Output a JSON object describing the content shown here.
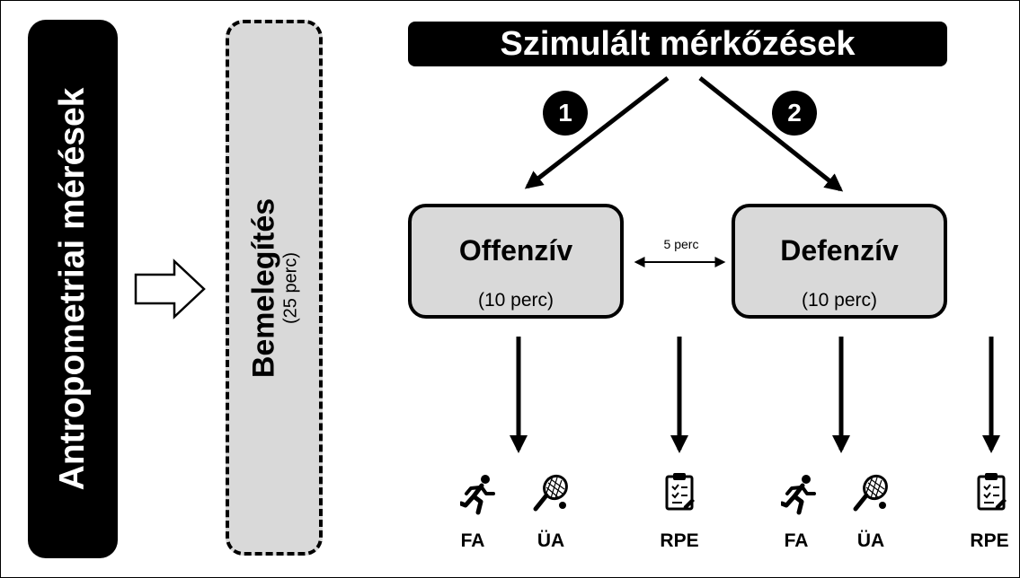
{
  "anthropometry": {
    "label": "Antropometriai mérések"
  },
  "warmup": {
    "title": "Bemelegítés",
    "duration": "(25 perc)"
  },
  "header": {
    "title": "Szimulált mérkőzések"
  },
  "badges": [
    "1",
    "2"
  ],
  "phases": [
    {
      "title": "Offenzív",
      "duration": "(10 perc)"
    },
    {
      "title": "Defenzív",
      "duration": "(10 perc)"
    }
  ],
  "rest": {
    "label": "5 perc"
  },
  "outcomes": [
    {
      "label": "FA",
      "icon": "running-person-icon"
    },
    {
      "label": "ÜA",
      "icon": "tennis-racket-icon"
    },
    {
      "label": "RPE",
      "icon": "clipboard-icon"
    },
    {
      "label": "FA",
      "icon": "running-person-icon"
    },
    {
      "label": "ÜA",
      "icon": "tennis-racket-icon"
    },
    {
      "label": "RPE",
      "icon": "clipboard-icon"
    }
  ],
  "colors": {
    "dark": "#000000",
    "box_fill": "#d9d9d9",
    "background": "#ffffff"
  }
}
